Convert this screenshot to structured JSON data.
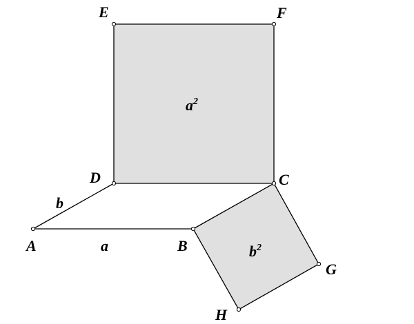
{
  "points": {
    "A": "A",
    "B": "B",
    "C": "C",
    "D": "D",
    "E": "E",
    "F": "F",
    "G": "G",
    "H": "H"
  },
  "sides": {
    "a": "a",
    "b": "b"
  },
  "areas": {
    "large_base": "a",
    "large_exp": "2",
    "small_base": "b",
    "small_exp": "2"
  },
  "colors": {
    "square_fill": "#e0e0e0",
    "stroke": "#000000"
  }
}
